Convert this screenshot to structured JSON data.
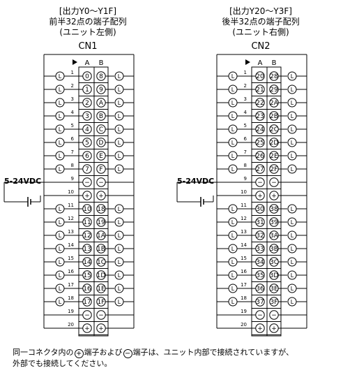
{
  "connectors": [
    {
      "title_lines": [
        "[出力Y0～Y1F]",
        "前半32点の端子配列",
        "(ユニット左側)"
      ],
      "name": "CN1",
      "col_a": "A",
      "col_b": "B",
      "supply_label": "5-24VDC",
      "rows": [
        {
          "num": "1",
          "a": "0",
          "b": "8"
        },
        {
          "num": "2",
          "a": "1",
          "b": "9"
        },
        {
          "num": "3",
          "a": "2",
          "b": "A"
        },
        {
          "num": "4",
          "a": "3",
          "b": "B"
        },
        {
          "num": "5",
          "a": "4",
          "b": "C"
        },
        {
          "num": "6",
          "a": "5",
          "b": "D"
        },
        {
          "num": "7",
          "a": "6",
          "b": "E"
        },
        {
          "num": "8",
          "a": "7",
          "b": "F"
        },
        {
          "num": "9",
          "a": "−",
          "b": "−"
        },
        {
          "num": "10",
          "a": "+",
          "b": "+"
        },
        {
          "num": "11",
          "a": "10",
          "b": "18"
        },
        {
          "num": "12",
          "a": "11",
          "b": "19"
        },
        {
          "num": "13",
          "a": "12",
          "b": "1A"
        },
        {
          "num": "14",
          "a": "13",
          "b": "1B"
        },
        {
          "num": "15",
          "a": "14",
          "b": "1C"
        },
        {
          "num": "16",
          "a": "15",
          "b": "1D"
        },
        {
          "num": "17",
          "a": "16",
          "b": "1E"
        },
        {
          "num": "18",
          "a": "17",
          "b": "1F"
        },
        {
          "num": "19",
          "a": "−",
          "b": "−"
        },
        {
          "num": "20",
          "a": "+",
          "b": "+"
        }
      ]
    },
    {
      "title_lines": [
        "[出力Y20～Y3F]",
        "後半32点の端子配列",
        "(ユニット右側)"
      ],
      "name": "CN2",
      "col_a": "A",
      "col_b": "B",
      "supply_label": "5-24VDC",
      "rows": [
        {
          "num": "1",
          "a": "20",
          "b": "28"
        },
        {
          "num": "2",
          "a": "21",
          "b": "29"
        },
        {
          "num": "3",
          "a": "22",
          "b": "2A"
        },
        {
          "num": "4",
          "a": "23",
          "b": "2B"
        },
        {
          "num": "5",
          "a": "24",
          "b": "2C"
        },
        {
          "num": "6",
          "a": "25",
          "b": "2D"
        },
        {
          "num": "7",
          "a": "26",
          "b": "2E"
        },
        {
          "num": "8",
          "a": "27",
          "b": "2F"
        },
        {
          "num": "9",
          "a": "−",
          "b": "−"
        },
        {
          "num": "10",
          "a": "+",
          "b": "+"
        },
        {
          "num": "11",
          "a": "30",
          "b": "38"
        },
        {
          "num": "12",
          "a": "31",
          "b": "39"
        },
        {
          "num": "13",
          "a": "32",
          "b": "3A"
        },
        {
          "num": "14",
          "a": "33",
          "b": "3B"
        },
        {
          "num": "15",
          "a": "34",
          "b": "3C"
        },
        {
          "num": "16",
          "a": "35",
          "b": "3D"
        },
        {
          "num": "17",
          "a": "36",
          "b": "3E"
        },
        {
          "num": "18",
          "a": "37",
          "b": "3F"
        },
        {
          "num": "19",
          "a": "−",
          "b": "−"
        },
        {
          "num": "20",
          "a": "+",
          "b": "+"
        }
      ]
    }
  ],
  "load_label": "L",
  "note": {
    "line1_pre": "同一コネクタ内の",
    "plus_sym": "+",
    "line1_mid": "端子および",
    "minus_sym": "−",
    "line1_post": "端子は、ユニット内部で接続されていますが、",
    "line2": "外部でも接続してください。"
  }
}
